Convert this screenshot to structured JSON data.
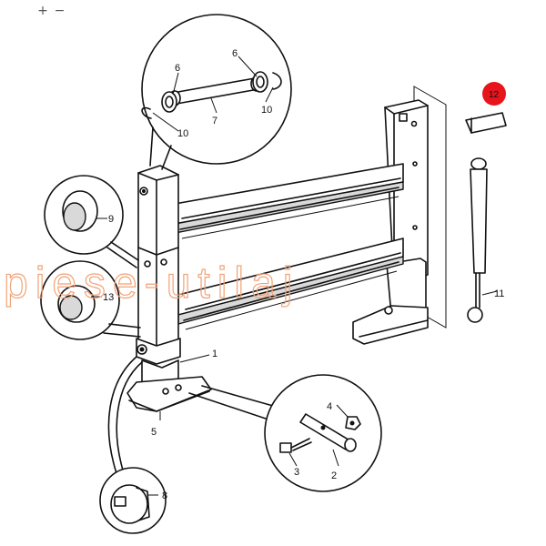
{
  "toolbar": {
    "zoom_in": "+",
    "zoom_out": "−"
  },
  "watermark": "piese-utilaj",
  "callouts": {
    "c1": "1",
    "c2": "2",
    "c3": "3",
    "c4": "4",
    "c5": "5",
    "c6a": "6",
    "c6b": "6",
    "c7": "7",
    "c8": "8",
    "c9": "9",
    "c10a": "10",
    "c10b": "10",
    "c11": "11",
    "c12": "12",
    "c13": "13"
  },
  "colors": {
    "highlight": "#e8141b",
    "watermark": "#f2a276",
    "line": "#111111"
  }
}
